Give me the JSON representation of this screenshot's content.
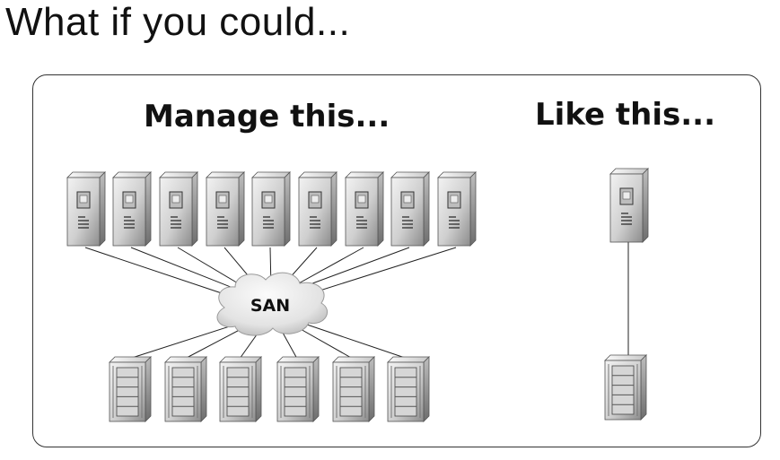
{
  "title": "What if you could...",
  "left_heading": "Manage this...",
  "right_heading": "Like this...",
  "network_label": "SAN",
  "left_group": {
    "server_count": 9,
    "storage_count": 6
  },
  "right_group": {
    "server_count": 1,
    "storage_count": 1
  },
  "colors": {
    "border": "#333333",
    "device_light": "#e4e4e4",
    "device_dark": "#8a8a8a",
    "cloud": "#e8e8e8"
  }
}
